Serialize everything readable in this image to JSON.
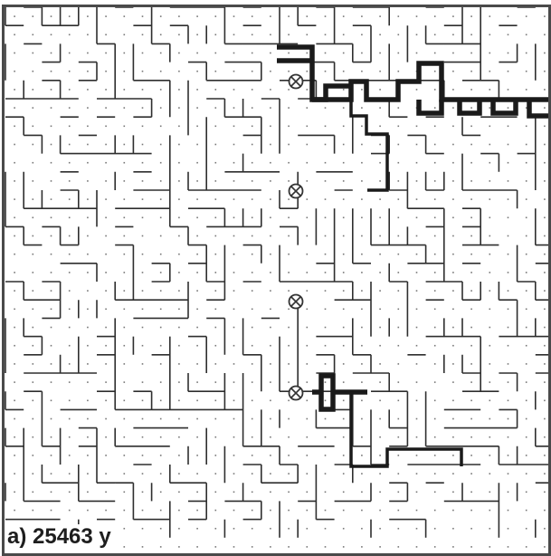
{
  "figure": {
    "caption": "a) 25463 y",
    "colors": {
      "background": "#ffffff",
      "frame": "#4a4a4a",
      "maze": "#2e2e2e",
      "dot": "#777777",
      "path": "#1a1a1a",
      "node": "#333333"
    },
    "nodes": [
      {
        "name": "node-1",
        "symbol": "⊗"
      },
      {
        "name": "node-2",
        "symbol": "⊗"
      },
      {
        "name": "node-3",
        "symbol": "⊗"
      },
      {
        "name": "node-4",
        "symbol": "⊗"
      }
    ]
  }
}
